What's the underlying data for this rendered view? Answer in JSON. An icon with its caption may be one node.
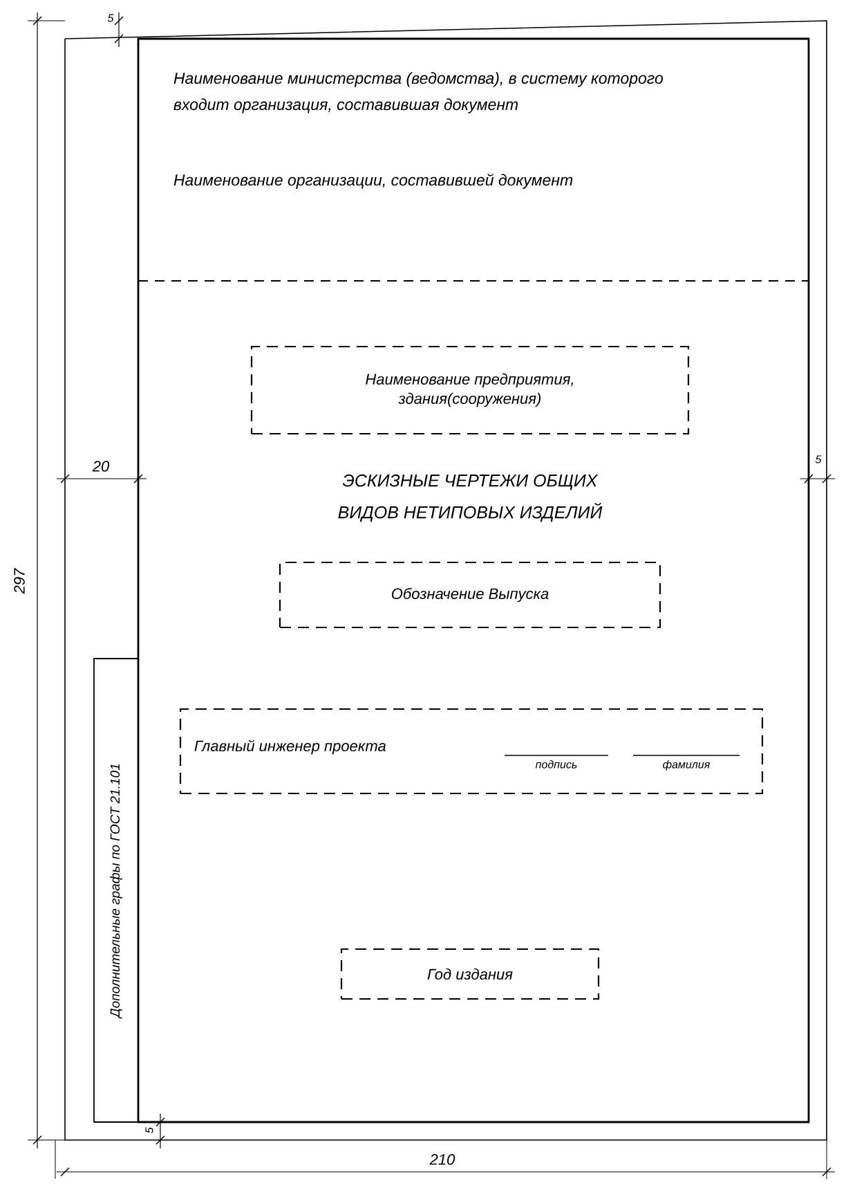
{
  "diagram": {
    "nodes": [
      {
        "text": [
          "Наименование предприятия, здания(сооружения)"
        ]
      },
      {
        "text": [
          "Обозначение Выпуска"
        ]
      },
      {
        "text": [
          "Главный инженер проекта",
          "подпись",
          "фамилия"
        ]
      },
      {
        "text": [
          "Год издания"
        ]
      },
      {
        "text": [
          "Дополнительные графы по ГОСТ 21.101"
        ]
      }
    ],
    "labels": [
      "5",
      "Наименование министерства (ведомства), в систему которого входит организация, составившая документ",
      "Наименование организации, составившей документ",
      "20",
      "ЭСКИЗНЫЕ ЧЕРТЕЖИ ОБЩИХ ВИДОВ НЕТИПОВЫХ ИЗДЕЛИЙ",
      "5",
      "297",
      "5",
      "210"
    ]
  }
}
